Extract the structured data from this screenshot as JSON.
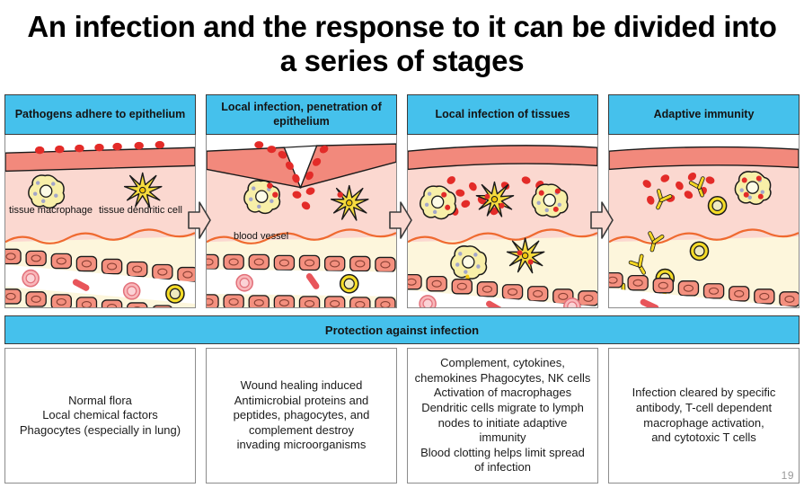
{
  "slide": {
    "title": "An infection and the response to it can be divided into a series of stages",
    "page_number": "19"
  },
  "colors": {
    "header_blue": "#45c1ec",
    "epithelium": "#f2897c",
    "dermis": "#fbd8d0",
    "subcutaneous": "#fdf6dc",
    "pathogen_red": "#e32b28",
    "cell_yellow": "#f7e98a",
    "lymphocyte_yellow": "#f2d40d",
    "wavy_line_orange": "#ef6a30",
    "panel_border": "#8c8c8c",
    "header_border": "#3a3a3a",
    "page_number_gray": "#9a9a9a"
  },
  "stages": [
    {
      "id": "pathogens-adhere",
      "header": "Pathogens adhere to epithelium",
      "art_labels": [
        "tissue macrophage",
        "tissue dendritic cell"
      ],
      "protection": "Normal flora\nLocal chemical factors\nPhagocytes (especially in lung)"
    },
    {
      "id": "local-infection-penetration",
      "header": "Local infection, penetration of epithelium",
      "art_labels": [
        "blood vessel"
      ],
      "protection": "Wound healing induced\nAntimicrobial proteins and\npeptides, phagocytes, and\ncomplement destroy\ninvading microorganisms"
    },
    {
      "id": "local-infection-tissues",
      "header": "Local infection of tissues",
      "art_labels": [],
      "protection": "Complement, cytokines,\nchemokines Phagocytes, NK cells\nActivation of macrophages\nDendritic cells migrate to lymph\nnodes to initiate adaptive\nimmunity\nBlood clotting helps limit spread\nof infection"
    },
    {
      "id": "adaptive-immunity",
      "header": "Adaptive immunity",
      "art_labels": [],
      "protection": "Infection cleared by specific\nantibody, T-cell dependent\nmacrophage activation,\nand cytotoxic T cells"
    }
  ],
  "protection_bar": {
    "label": "Protection against infection"
  }
}
